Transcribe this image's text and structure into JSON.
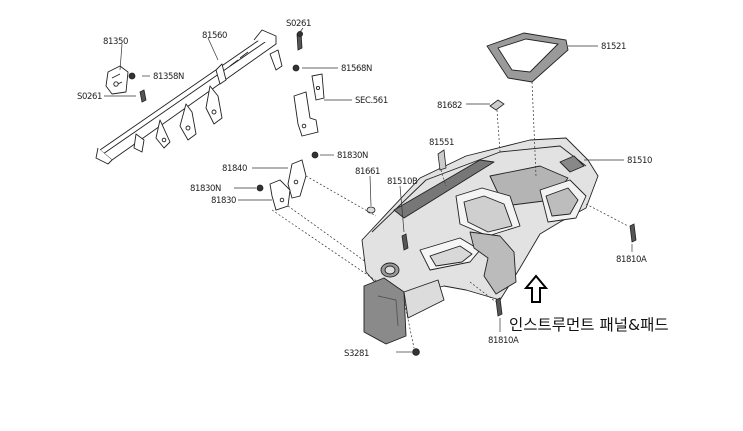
{
  "caption": "인스트루먼트 패널&패드",
  "parts": [
    {
      "id": "p81350",
      "label": "81350"
    },
    {
      "id": "p81560",
      "label": "81560"
    },
    {
      "id": "p81358n",
      "label": "81358N"
    },
    {
      "id": "ps0261a",
      "label": "S0261"
    },
    {
      "id": "ps0261b",
      "label": "S0261"
    },
    {
      "id": "p81568n",
      "label": "81568N"
    },
    {
      "id": "psec561",
      "label": "SEC.561"
    },
    {
      "id": "p81521",
      "label": "81521"
    },
    {
      "id": "p81682",
      "label": "81682"
    },
    {
      "id": "p81551",
      "label": "81551"
    },
    {
      "id": "p81510",
      "label": "81510"
    },
    {
      "id": "p81840",
      "label": "81840"
    },
    {
      "id": "p81830na",
      "label": "81830N"
    },
    {
      "id": "p81830nb",
      "label": "81830N"
    },
    {
      "id": "p81830",
      "label": "81830"
    },
    {
      "id": "p81661",
      "label": "81661"
    },
    {
      "id": "p81510b",
      "label": "81510B"
    },
    {
      "id": "p81810aa",
      "label": "81810A"
    },
    {
      "id": "p81810ab",
      "label": "81810A"
    },
    {
      "id": "ps3281",
      "label": "S3281"
    }
  ]
}
